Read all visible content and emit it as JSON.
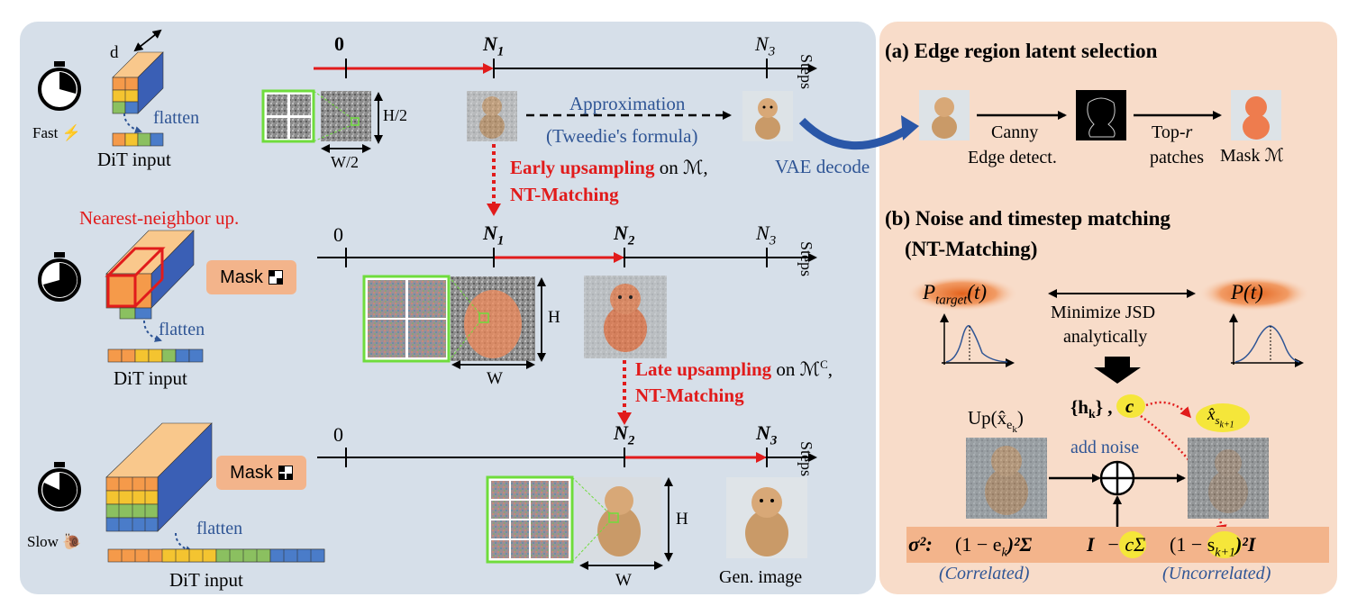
{
  "left": {
    "row1": {
      "axis_ticks": [
        "0",
        "N",
        "N"
      ],
      "axis_subs": [
        "",
        "1",
        "3"
      ],
      "steps_label": "Steps",
      "d_label": "d",
      "flatten_label": "flatten",
      "speed_label": "Fast",
      "dit_input": "DiT input",
      "h_label": "H/2",
      "w_label": "W/2",
      "approx_label": "Approximation",
      "tweedie_label": "(Tweedie's formula)",
      "vae_label": "VAE decode"
    },
    "transition1": {
      "bold": "Early upsampling",
      "rest": " on ℳ,",
      "nt": "NT-Matching"
    },
    "row2": {
      "nn_label": "Nearest-neighbor up.",
      "mask_label": "Mask",
      "axis_ticks": [
        "0",
        "N",
        "N",
        "N"
      ],
      "axis_subs": [
        "",
        "1",
        "2",
        "3"
      ],
      "steps_label": "Steps",
      "flatten_label": "flatten",
      "dit_input": "DiT input",
      "h_label": "H",
      "w_label": "W"
    },
    "transition2": {
      "bold": "Late upsampling",
      "rest": " on ℳ",
      "sup": "C",
      "tail": ",",
      "nt": "NT-Matching"
    },
    "row3": {
      "mask_label": "Mask",
      "axis_ticks": [
        "0",
        "N",
        "N"
      ],
      "axis_subs": [
        "",
        "2",
        "3"
      ],
      "steps_label": "Steps",
      "flatten_label": "flatten",
      "speed_label": "Slow",
      "dit_input": "DiT input",
      "h_label": "H",
      "w_label": "W",
      "gen_label": "Gen. image"
    }
  },
  "right": {
    "a": {
      "title": "(a) Edge region latent selection",
      "canny1": "Canny",
      "canny2": "Edge detect.",
      "topr1": "Top-",
      "topr_r": "r",
      "topr2": "patches",
      "mask_label": "Mask ℳ"
    },
    "b": {
      "title1": "(b) Noise and timestep matching",
      "title2": "(NT-Matching)",
      "p_target": "P",
      "p_target_sub": "target",
      "p_target_arg": "(t)",
      "p": "P(t)",
      "jsd1": "Minimize JSD",
      "jsd2": "analytically",
      "hk": "{h",
      "hk_sub": "k",
      "hk_close": "} ,",
      "c": "c",
      "up_label": "Up(x̂",
      "up_sub": "e",
      "up_subsub": "k",
      "xs_label": "x̂",
      "xs_sub": "s",
      "xs_subsub": "k+1",
      "add_noise": "add noise",
      "sigma": "σ²:",
      "eq1": "(1 − e",
      "eq1_sub": "k",
      "eq1_tail": ")²Σ",
      "eq2": "I",
      "eq3": "− cΣ",
      "eq4": "(1 − s",
      "eq4_sub": "k+1",
      "eq4_tail": ")²I",
      "correlated": "Correlated",
      "uncorrelated": "Uncorrelated"
    }
  },
  "colors": {
    "left_bg": "#d6dfe9",
    "right_bg": "#f8dcc9",
    "orange": "#f3b48b",
    "red": "#e11b1b",
    "green": "#6fdc3c",
    "blue": "#2f5595",
    "yellow": "#f5e63a"
  }
}
